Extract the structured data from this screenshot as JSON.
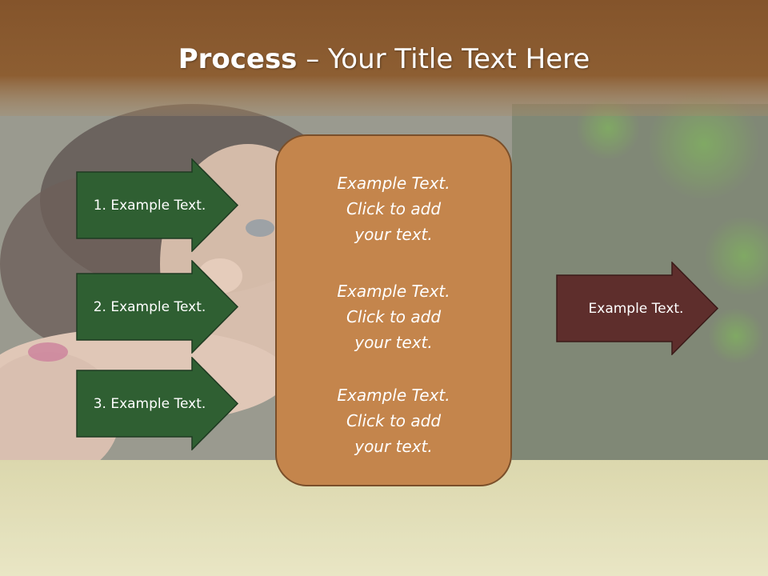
{
  "slide": {
    "title_bold": "Process",
    "title_rest": " – Your Title Text Here"
  },
  "inputs": [
    {
      "label": "1. Example Text."
    },
    {
      "label": "2. Example Text."
    },
    {
      "label": "3. Example Text."
    }
  ],
  "process_box": {
    "blocks": [
      {
        "line1": "Example Text.",
        "line2": "Click  to add",
        "line3": "your text."
      },
      {
        "line1": "Example Text.",
        "line2": "Click  to add",
        "line3": "your text."
      },
      {
        "line1": "Example Text.",
        "line2": "Click  to add",
        "line3": "your text."
      }
    ]
  },
  "output": {
    "label": "Example Text."
  },
  "colors": {
    "header_brown": "#8a5a2e",
    "input_arrow_green": "#2f5f32",
    "process_box_orange": "#c4854c",
    "output_arrow_maroon": "#5e2e2c"
  }
}
